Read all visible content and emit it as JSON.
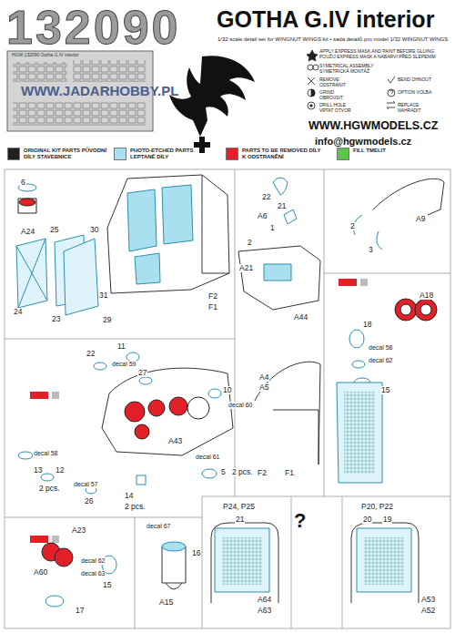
{
  "diagram": {
    "title": "GOTHA G.IV interior",
    "labels": [
      "132090",
      "1/32 scale detail set for WINGNUT WINGS kit • sada detailů pro model 1/32 WINGNUT WINGS",
      "WWW.JADARHOBBY.PL",
      "HGW 132090 Gotha G.IV interior",
      "WWW.HGWMODELS.CZ",
      "info@hgwmodels.cz",
      "6",
      "A24",
      "25",
      "30",
      "24",
      "23",
      "31",
      "29",
      "F2",
      "F1",
      "22",
      "21",
      "A6",
      "1",
      "2",
      "A21",
      "A44",
      "A9",
      "2",
      "3",
      "A18",
      "18",
      "decal 58",
      "decal 62",
      "15",
      "22",
      "11",
      "decal 59",
      "27",
      "10",
      "decal 60",
      "A43",
      "decal 58",
      "13",
      "12",
      "2 pcs.",
      "decal 57",
      "26",
      "14",
      "2 pcs.",
      "decal 61",
      "5",
      "2 pcs.",
      "A4",
      "A5",
      "F2",
      "F1",
      "A23",
      "A60",
      "decal 62",
      "decal 63",
      "15",
      "17",
      "decal 67",
      "16",
      "A15",
      "P24, P25",
      "21",
      "A64",
      "A63",
      "?",
      "P20, P22",
      "20",
      "19",
      "A53",
      "A52"
    ],
    "legend": [
      {
        "text": "APPLY EXPRESS MASK AND PAINT BEFORE GLUING POUŽIJ EXPRESS MASK A NABARVI PŘED SLEPENÍM"
      },
      {
        "text": "SYMETRICAL ASSEMBLY SYMETRICKÁ MONTÁŽ"
      },
      {
        "text": "REMOVE ODSTRANIT"
      },
      {
        "text": "GRIND OBROUSIT"
      },
      {
        "text": "DRILL HOLE VRTAT OTVOR"
      },
      {
        "text": "BEND OHNOUT"
      },
      {
        "text": "OPTION VOLBA"
      },
      {
        "text": "REPLACE NAHRADIT"
      },
      {
        "text": "ORIGINAL KIT PARTS PŮVODNÍ DÍLY STAVEBNICE",
        "color": "#231f20"
      },
      {
        "text": "PHOTO-ETCHED PARTS LEPTANÉ DÍLY",
        "color": "#a9e0f0"
      },
      {
        "text": "PARTS TO BE REMOVED DÍLY K ODSTRANĚNÍ",
        "color": "#e32027"
      },
      {
        "text": "FILL TMELIT",
        "color": "#5cc34a"
      }
    ]
  }
}
